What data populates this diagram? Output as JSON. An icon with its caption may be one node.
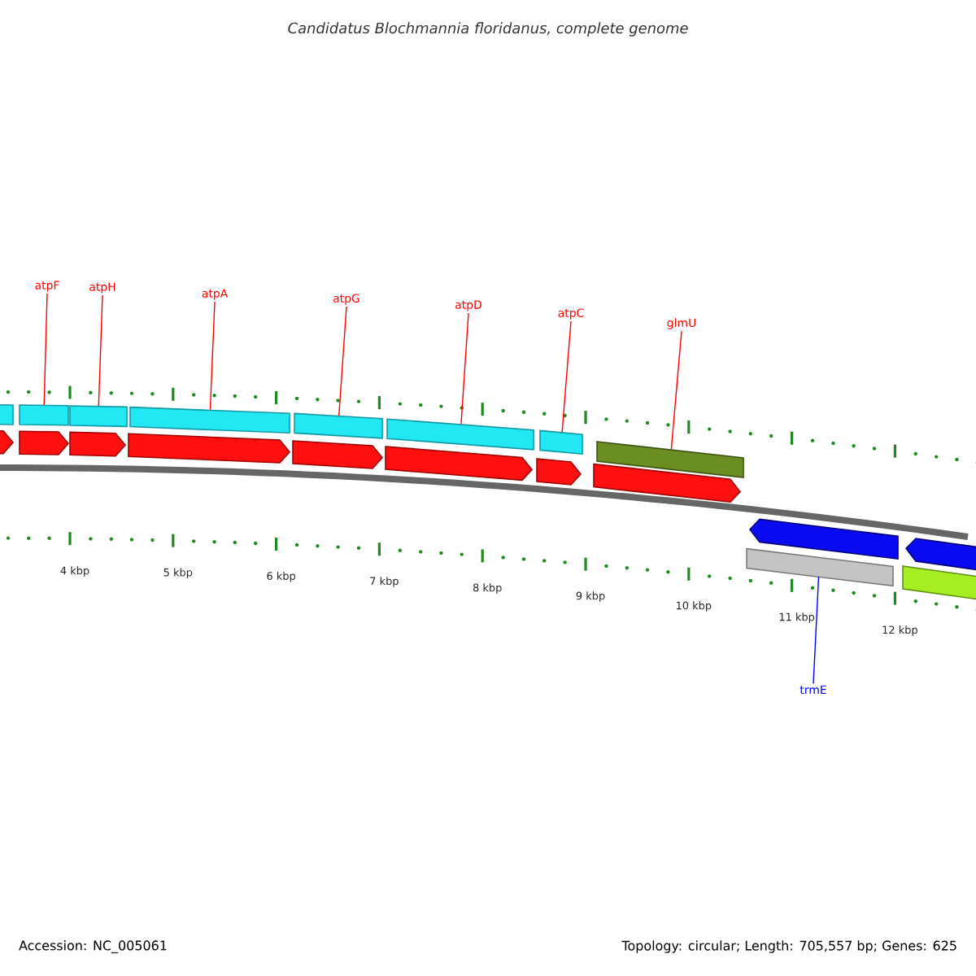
{
  "diagram": {
    "title": "Candidatus Blochmannia floridanus, complete genome",
    "nodes": [
      {
        "text": [
          "atpF"
        ]
      },
      {
        "text": [
          "atpH"
        ]
      },
      {
        "text": [
          "atpA"
        ]
      },
      {
        "text": [
          "atpG"
        ]
      },
      {
        "text": [
          "atpD"
        ]
      },
      {
        "text": [
          "atpC"
        ]
      },
      {
        "text": [
          "glmU"
        ]
      },
      {
        "text": [
          "trmE"
        ]
      },
      {
        "text": [],
        "shape": "bar"
      },
      {
        "text": [],
        "shape": "bar"
      },
      {
        "text": [],
        "shape": "bar"
      },
      {
        "text": [],
        "shape": "bar"
      },
      {
        "text": [],
        "shape": "bar"
      },
      {
        "text": [],
        "shape": "bar"
      },
      {
        "text": [],
        "shape": "bar"
      },
      {
        "text": [],
        "shape": "bar"
      },
      {
        "text": [],
        "shape": "bar"
      },
      {
        "text": [],
        "shape": "arrow"
      },
      {
        "text": [],
        "shape": "arrow"
      },
      {
        "text": [],
        "shape": "arrow"
      },
      {
        "text": [],
        "shape": "arrow"
      },
      {
        "text": [],
        "shape": "arrow"
      },
      {
        "text": [],
        "shape": "arrow"
      },
      {
        "text": [],
        "shape": "arrow"
      },
      {
        "text": [],
        "shape": "arrow"
      },
      {
        "text": [],
        "shape": "arrow"
      },
      {
        "text": [],
        "shape": "arrow"
      },
      {
        "text": [],
        "shape": "bar"
      }
    ],
    "edges": [
      {
        "from": 0,
        "to": 8,
        "arrow": "none"
      },
      {
        "from": 1,
        "to": 9,
        "arrow": "none"
      },
      {
        "from": 2,
        "to": 10,
        "arrow": "none"
      },
      {
        "from": 3,
        "to": 11,
        "arrow": "none"
      },
      {
        "from": 4,
        "to": 12,
        "arrow": "none"
      },
      {
        "from": 5,
        "to": 13,
        "arrow": "none"
      },
      {
        "from": 6,
        "to": 14,
        "arrow": "none"
      },
      {
        "from": 7,
        "to": 15,
        "arrow": "none",
        "color": "#0000ff"
      }
    ],
    "labels": [
      "4 kbp",
      "5 kbp",
      "6 kbp",
      "7 kbp",
      "8 kbp",
      "9 kbp",
      "10 kbp",
      "11 kbp",
      "12 kbp",
      "Accession: NC_005061",
      "Topology: circular; Length: 705,557 bp; Genes: 625"
    ]
  }
}
